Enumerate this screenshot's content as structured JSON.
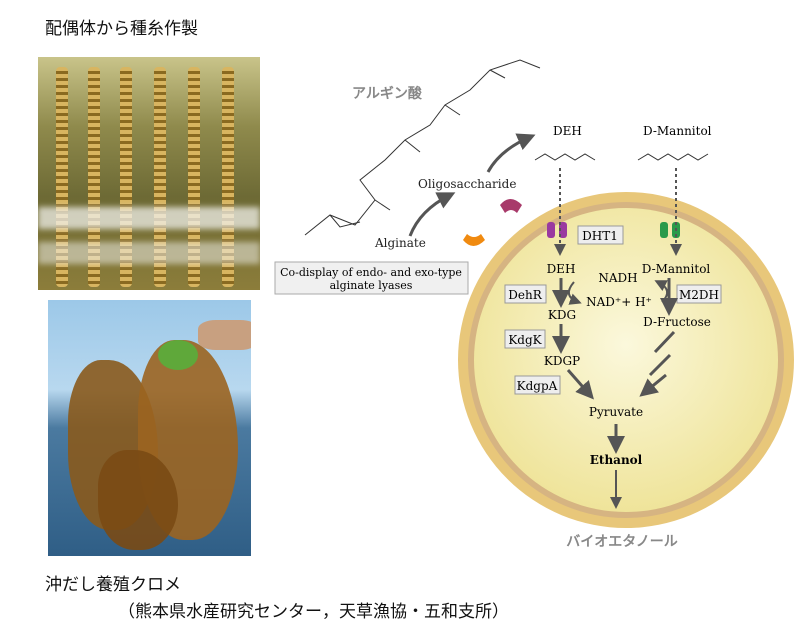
{
  "top_caption": "配偶体から種糸作製",
  "bottom_caption": {
    "line1": "沖だし養殖クロメ",
    "line2": "（熊本県水産研究センター，天草漁協・五和支所）"
  },
  "diagram": {
    "alginic_acid": "アルギン酸",
    "alginate": "Alginate",
    "oligosaccharide": "Oligosaccharide",
    "codisplay": [
      "Co-display of endo- and exo-type",
      "alginate lyases"
    ],
    "deh_top": "DEH",
    "mannitol_top": "D-Mannitol",
    "dht1": "DHT1",
    "deh": "DEH",
    "mannitol": "D-Mannitol",
    "nadh": "NADH",
    "nad": "NAD⁺+ H⁺",
    "dehr": "DehR",
    "m2dh": "M2DH",
    "kdg": "KDG",
    "fructose": "D-Fructose",
    "kdgk": "KdgK",
    "kdgp": "KDGP",
    "kdgpa": "KdgpA",
    "pyruvate": "Pyruvate",
    "ethanol": "Ethanol",
    "bioethanol": "バイオエタノール"
  }
}
